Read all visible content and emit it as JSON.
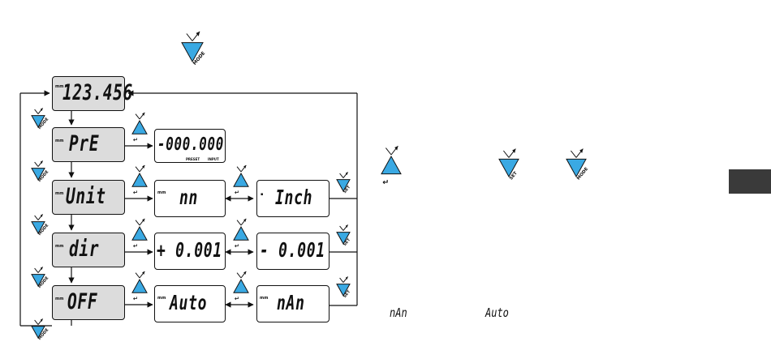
{
  "colors": {
    "key_fill": "#3aa9e3",
    "lcd_grey": "#dcdcdc",
    "line": "#111111",
    "tab": "#3a3a3a"
  },
  "keys": {
    "mode_label": "MODE",
    "set_label": "SET",
    "enter_symbol": "↵"
  },
  "unit_mark": "mm",
  "main_column": {
    "value": "123.456",
    "preset": "PrE",
    "unit": "Unit",
    "direction": "dir",
    "off": "OFF"
  },
  "preset_display": {
    "value": "-000.000",
    "label_left": "PRESET",
    "label_right": "INPUT"
  },
  "unit_options": [
    "nn",
    "Inch"
  ],
  "dir_options": [
    "+ 0.001",
    "- 0.001"
  ],
  "off_options": [
    "Auto",
    "nAn"
  ],
  "legend": {
    "manual": "nAn",
    "auto": "Auto"
  }
}
